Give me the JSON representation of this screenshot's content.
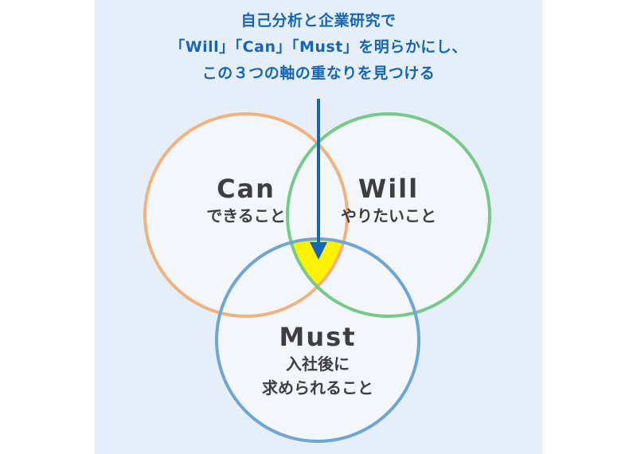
{
  "heading": {
    "line1": "自己分析と企業研究で",
    "line2": "「Will」「Can」「Must」を明らかにし、",
    "line3": "この３つの軸の重なりを見つける"
  },
  "circles": {
    "can": {
      "title": "Can",
      "subtitle": "できること"
    },
    "will": {
      "title": "Will",
      "subtitle": "やりたいこと"
    },
    "must": {
      "title": "Must",
      "subtitle_line1": "入社後に",
      "subtitle_line2": "求められること"
    }
  },
  "colors": {
    "panel_bg": "#e6eff9",
    "heading_text": "#1565b8",
    "can_ring": "#f0b27f",
    "will_ring": "#76c98b",
    "must_ring": "#6fa6d1",
    "circle_fill": "#f3f7fc",
    "overlap_highlight": "#fff200",
    "arrow": "#1565b8",
    "label_text": "#3e3e3e"
  },
  "icons": {
    "pointer": "arrow-down-icon"
  }
}
